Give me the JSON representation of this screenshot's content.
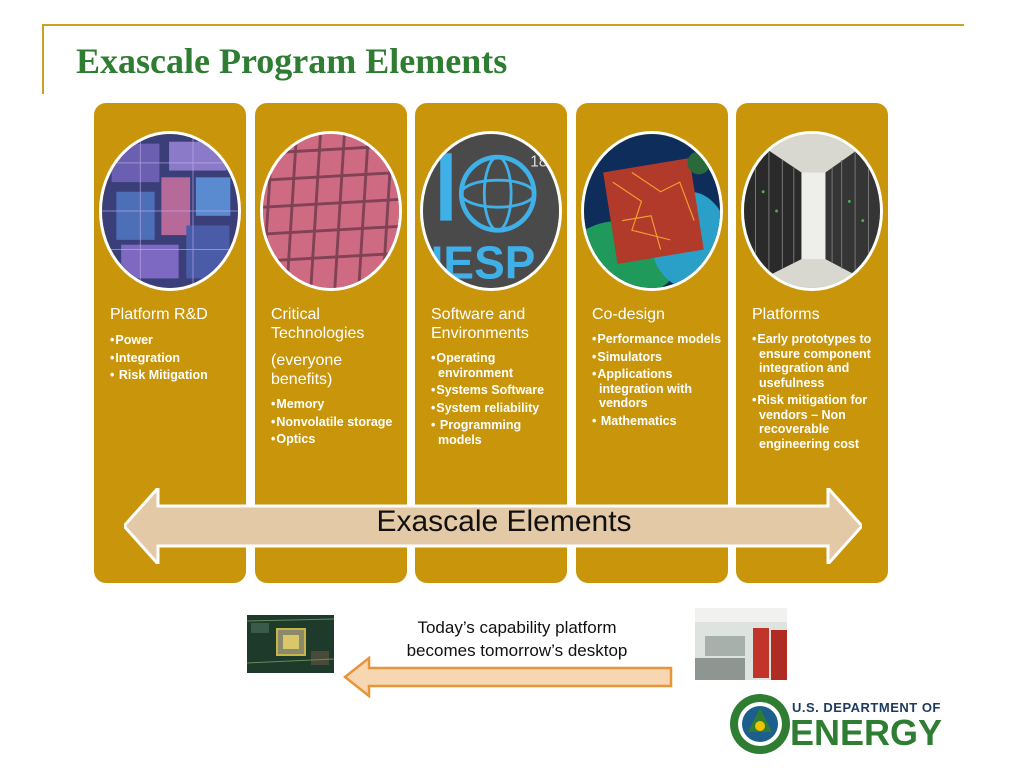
{
  "title": "Exascale Program Elements",
  "columns": [
    {
      "title": "Platform R&D",
      "subtitle": "",
      "bullets": [
        "Power",
        "Integration",
        " Risk Mitigation"
      ]
    },
    {
      "title": "Critical Technologies",
      "subtitle": "(everyone benefits)",
      "bullets": [
        "Memory",
        "Nonvolatile storage",
        "Optics"
      ]
    },
    {
      "title": "Software and Environments",
      "subtitle": "",
      "bullets": [
        "Operating environment",
        "Systems Software",
        "System reliability",
        " Programming models"
      ]
    },
    {
      "title": "Co-design",
      "subtitle": "",
      "bullets": [
        "Performance models",
        "Simulators",
        "Applications integration with vendors",
        " Mathematics"
      ]
    },
    {
      "title": "Platforms",
      "subtitle": "",
      "bullets": [
        "Early prototypes to ensure component integration and usefulness",
        "Risk mitigation for vendors – Non recoverable engineering cost"
      ]
    }
  ],
  "arrow_label": "Exascale Elements",
  "caption": {
    "line1": "Today’s capability platform",
    "line2": "becomes tomorrow’s desktop"
  },
  "logo": {
    "line1": "U.S. DEPARTMENT OF",
    "line2": "ENERGY"
  },
  "images": {
    "col3_logo_text": "IESP",
    "col3_logo_number": "18"
  },
  "colors": {
    "gold": "#c9960b",
    "title_green": "#2e7d32",
    "arrow_fill": "#e3c9a6"
  }
}
